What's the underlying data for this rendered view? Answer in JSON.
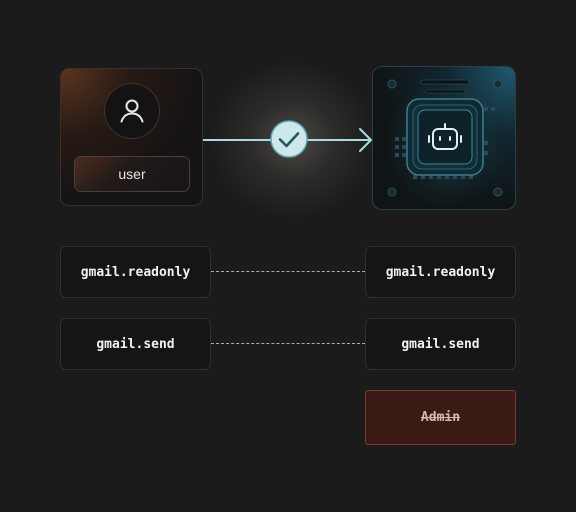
{
  "user_card": {
    "label": "user",
    "icon": "user-icon"
  },
  "connector": {
    "status_icon": "check-icon",
    "arrow_icon": "arrow-right-icon"
  },
  "agent_card": {
    "icon": "robot-icon"
  },
  "user_scopes": [
    {
      "label": "gmail.readonly"
    },
    {
      "label": "gmail.send"
    }
  ],
  "agent_scopes": [
    {
      "label": "gmail.readonly"
    },
    {
      "label": "gmail.send"
    }
  ],
  "denied_scope": {
    "label": "Admin"
  },
  "colors": {
    "background": "#1b1b1b",
    "check_accent": "#4ea9b8",
    "dash": "#c9a58b",
    "denied_bg": "#3a1a15",
    "denied_border": "#7a3a30"
  }
}
